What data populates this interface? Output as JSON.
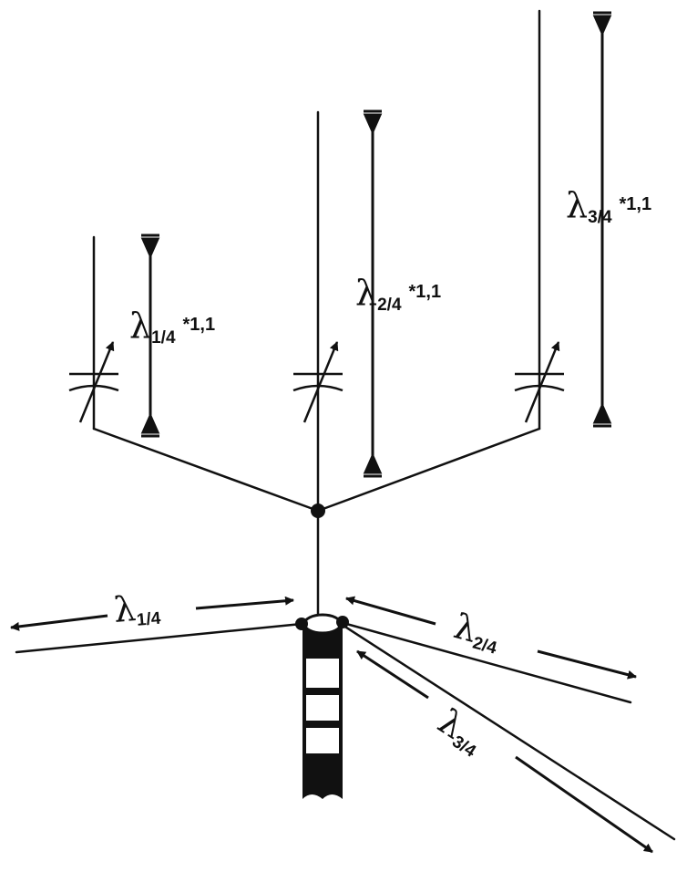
{
  "diagram": {
    "stroke_color": "#111111",
    "background": "#ffffff",
    "labels": {
      "lambda_symbol": "λ",
      "frac_1_4": "1/4",
      "frac_2_4": "2/4",
      "frac_3_4": "3/4",
      "factor": "*1,1"
    }
  }
}
